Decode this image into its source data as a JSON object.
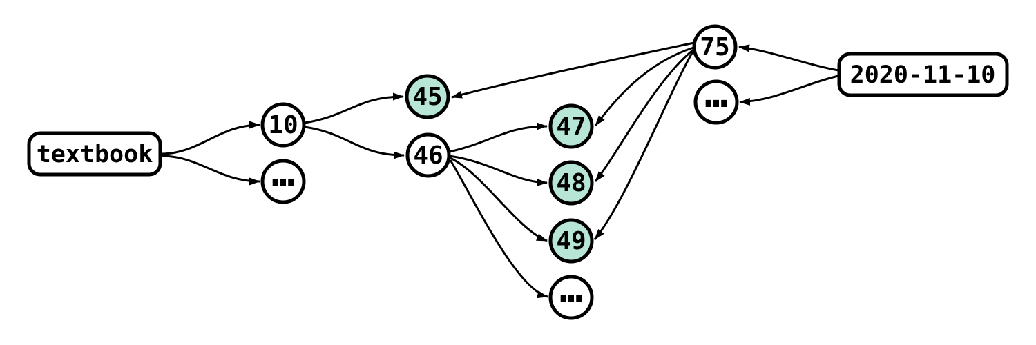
{
  "diagram": {
    "type": "graph",
    "background": "#ffffff",
    "stroke_color": "#000000",
    "highlight_fill": "#b8e6d6",
    "plain_fill": "#ffffff",
    "nodes": {
      "textbook": {
        "label": "textbook",
        "shape": "rounded-rect",
        "highlighted": false
      },
      "n10": {
        "label": "10",
        "shape": "circle",
        "highlighted": false
      },
      "ellipsis_after_10": {
        "label": "…",
        "shape": "circle",
        "highlighted": false
      },
      "n45": {
        "label": "45",
        "shape": "circle",
        "highlighted": true
      },
      "n46": {
        "label": "46",
        "shape": "circle",
        "highlighted": false
      },
      "n47": {
        "label": "47",
        "shape": "circle",
        "highlighted": true
      },
      "n48": {
        "label": "48",
        "shape": "circle",
        "highlighted": true
      },
      "n49": {
        "label": "49",
        "shape": "circle",
        "highlighted": true
      },
      "ellipsis_after_46": {
        "label": "…",
        "shape": "circle",
        "highlighted": false
      },
      "n75": {
        "label": "75",
        "shape": "circle",
        "highlighted": false
      },
      "ellipsis_after_75": {
        "label": "…",
        "shape": "circle",
        "highlighted": false
      },
      "date": {
        "label": "2020-11-10",
        "shape": "rounded-rect",
        "highlighted": false
      }
    },
    "edges": [
      {
        "from": "textbook",
        "to": "n10"
      },
      {
        "from": "textbook",
        "to": "ellipsis_after_10"
      },
      {
        "from": "n10",
        "to": "n45"
      },
      {
        "from": "n10",
        "to": "n46"
      },
      {
        "from": "n46",
        "to": "n47"
      },
      {
        "from": "n46",
        "to": "n48"
      },
      {
        "from": "n46",
        "to": "n49"
      },
      {
        "from": "n46",
        "to": "ellipsis_after_46"
      },
      {
        "from": "n75",
        "to": "n45"
      },
      {
        "from": "n75",
        "to": "n47"
      },
      {
        "from": "n75",
        "to": "n48"
      },
      {
        "from": "n75",
        "to": "n49"
      },
      {
        "from": "date",
        "to": "n75"
      },
      {
        "from": "date",
        "to": "ellipsis_after_75"
      }
    ]
  }
}
